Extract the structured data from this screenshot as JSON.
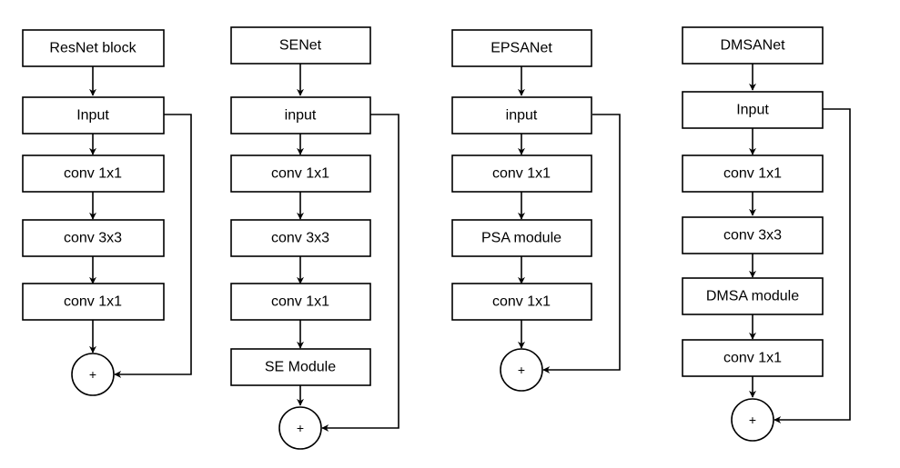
{
  "columns": [
    {
      "title": "ResNet block",
      "nodes": [
        "Input",
        "conv 1x1",
        "conv 3x3",
        "conv 1x1"
      ],
      "sum_symbol": "+"
    },
    {
      "title": "SENet",
      "nodes": [
        "input",
        "conv 1x1",
        "conv 3x3",
        "conv 1x1",
        "SE Module"
      ],
      "sum_symbol": "+"
    },
    {
      "title": "EPSANet",
      "nodes": [
        "input",
        "conv 1x1",
        "PSA module",
        "conv 1x1"
      ],
      "sum_symbol": "+"
    },
    {
      "title": "DMSANet",
      "nodes": [
        "Input",
        "conv 1x1",
        "conv 3x3",
        "DMSA module",
        "conv 1x1"
      ],
      "sum_symbol": "+"
    }
  ]
}
